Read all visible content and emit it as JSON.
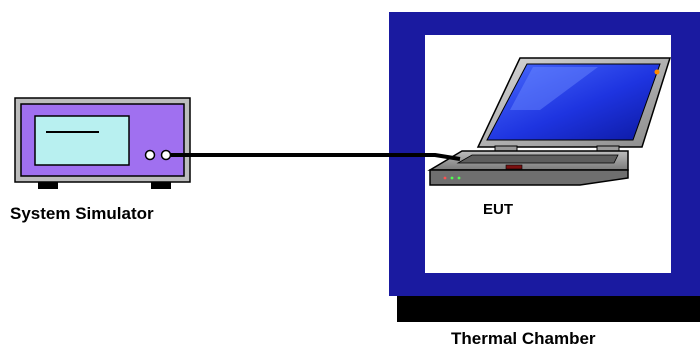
{
  "labels": {
    "simulator": "System Simulator",
    "eut": "EUT",
    "chamber": "Thermal Chamber"
  },
  "colors": {
    "chamber_frame": "#1a1aa0",
    "chamber_shadow": "#000000",
    "simulator_body": "#a070f0",
    "simulator_screen": "#b8f0f0",
    "laptop_screen": "#1830e0",
    "laptop_body": "#9a9a9a",
    "cable": "#000000"
  },
  "icons": [
    "system-simulator-icon",
    "laptop-icon"
  ]
}
